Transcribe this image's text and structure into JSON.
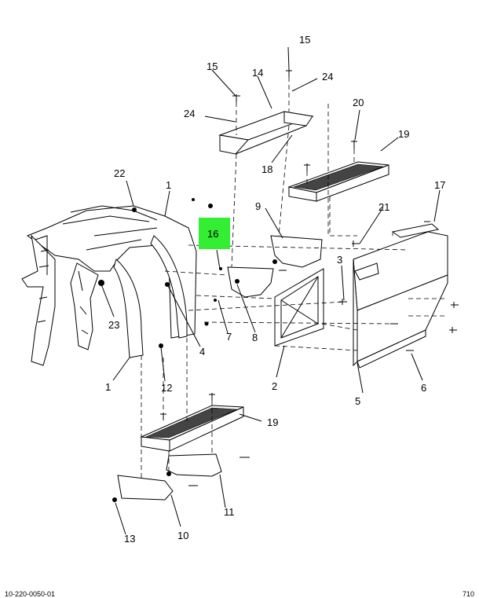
{
  "diagram": {
    "highlight_color": "#33ee33",
    "highlighted_callout": "16",
    "callouts": {
      "c1a": "1",
      "c1b": "1",
      "c2": "2",
      "c3": "3",
      "c4": "4",
      "c5": "5",
      "c6": "6",
      "c7": "7",
      "c8": "8",
      "c9": "9",
      "c10": "10",
      "c11": "11",
      "c12": "12",
      "c13": "13",
      "c14": "14",
      "c15a": "15",
      "c15b": "15",
      "c16": "16",
      "c17": "17",
      "c18": "18",
      "c19a": "19",
      "c19b": "19",
      "c20": "20",
      "c21": "21",
      "c22": "22",
      "c23": "23",
      "c24a": "24",
      "c24b": "24"
    }
  },
  "footer": {
    "left": "10-220-0050-01",
    "right": "710"
  }
}
